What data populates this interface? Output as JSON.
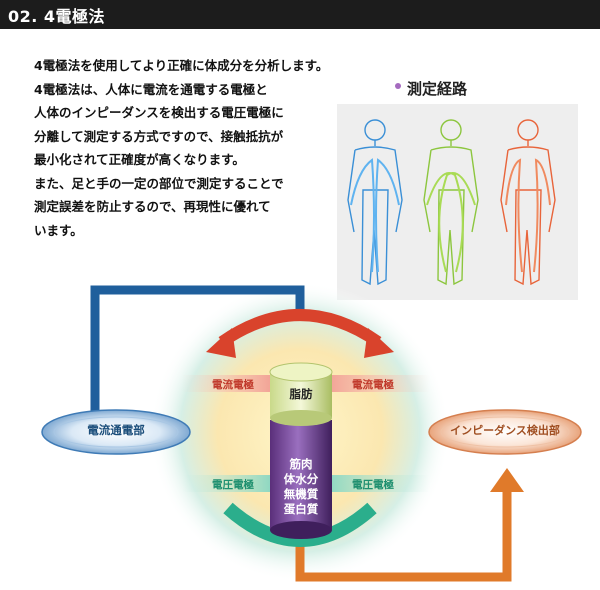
{
  "header": {
    "title": "02. 4電極法"
  },
  "description": {
    "lines": [
      "4電極法を使用してより正確に体成分を分析します。",
      "4電極法は、人体に電流を通電する電極と",
      "人体のインピーダンスを検出する電圧電極に",
      "分離して測定する方式ですので、接触抵抗が",
      "最小化されて正確度が高くなります。",
      "また、足と手の一定の部位で測定することで",
      "測定誤差を防止するので、再現性に優れて",
      "います。"
    ]
  },
  "route": {
    "title": "測定経路"
  },
  "diagram": {
    "current_electrode": "電流電極",
    "voltage_electrode": "電圧電極",
    "current_unit": "電流通電部",
    "impedance_unit": "インピーダンス検出部",
    "fat": "脂肪",
    "components": [
      "筋肉",
      "体水分",
      "無機質",
      "蛋白質"
    ]
  },
  "colors": {
    "header_bg": "#1c1c1c",
    "current_red": "#d9432c",
    "voltage_green": "#2bae8c",
    "input_blue": "#1f5f9c",
    "output_orange": "#e07a2a",
    "route_blue": "#3a8fd6",
    "route_green": "#8cc63e",
    "route_orange": "#e8643a"
  }
}
